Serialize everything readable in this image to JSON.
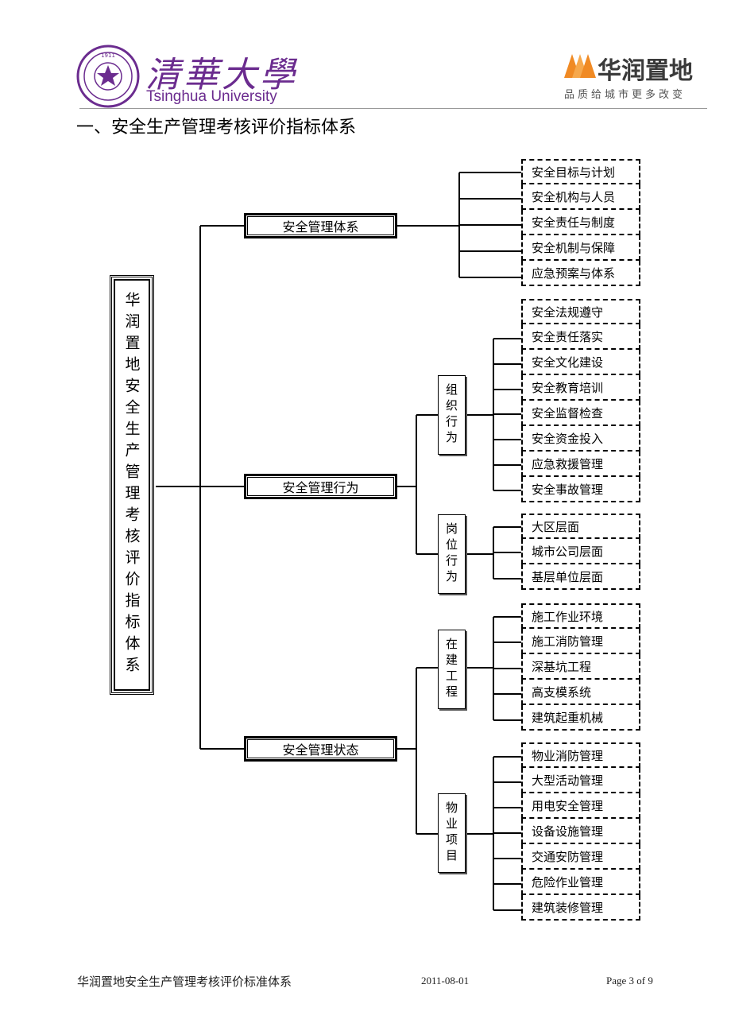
{
  "header": {
    "university_cn": "清華大學",
    "university_en": "Tsinghua University",
    "company_name": "华润置地",
    "company_slogan": "品质给城市更多改变"
  },
  "section_title": "一、安全生产管理考核评价指标体系",
  "diagram": {
    "root": "华润置地安全生产管理考核评价指标体系",
    "system": {
      "label": "安全管理体系",
      "items": [
        "安全目标与计划",
        "安全机构与人员",
        "安全责任与制度",
        "安全机制与保障",
        "应急预案与体系"
      ]
    },
    "behavior": {
      "label": "安全管理行为",
      "org": {
        "label": "组织行为",
        "items": [
          "安全法规遵守",
          "安全责任落实",
          "安全文化建设",
          "安全教育培训",
          "安全监督检查",
          "安全资金投入",
          "应急救援管理",
          "安全事故管理"
        ]
      },
      "post": {
        "label": "岗位行为",
        "items": [
          "大区层面",
          "城市公司层面",
          "基层单位层面"
        ]
      }
    },
    "status": {
      "label": "安全管理状态",
      "construction": {
        "label": "在建工程",
        "items": [
          "施工作业环境",
          "施工消防管理",
          "深基坑工程",
          "高支模系统",
          "建筑起重机械"
        ]
      },
      "property": {
        "label": "物业项目",
        "items": [
          "物业消防管理",
          "大型活动管理",
          "用电安全管理",
          "设备设施管理",
          "交通安防管理",
          "危险作业管理",
          "建筑装修管理"
        ]
      }
    }
  },
  "footer": {
    "title": "华润置地安全生产管理考核评价标准体系",
    "date": "2011-08-01",
    "page": "Page 3 of 9"
  }
}
